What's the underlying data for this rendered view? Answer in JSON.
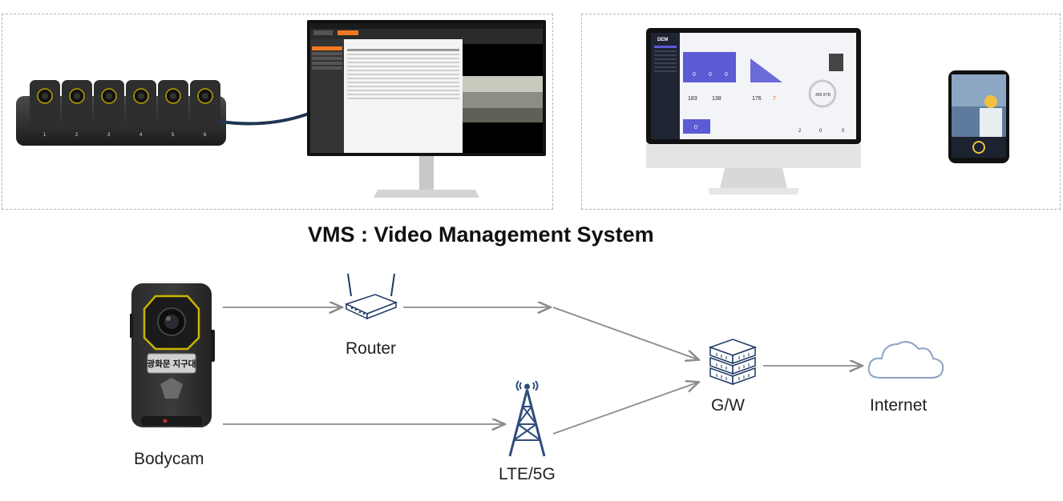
{
  "title": "VMS :   Video Management System",
  "devices": {
    "bodycam_label": "Bodycam",
    "bodycam_badge": "광화문 지구대",
    "router_label": "Router",
    "lte_label": "LTE/5G",
    "gateway_label": "G/W",
    "internet_label": "Internet"
  },
  "dock": {
    "slot_numbers": [
      "1",
      "2",
      "3",
      "4",
      "5",
      "6"
    ]
  },
  "monitor_app": {
    "left_sidebar_items": [
      "",
      "",
      "",
      "",
      "",
      ""
    ],
    "table_rows": 12
  },
  "dem_dashboard": {
    "brand": "DEM",
    "kpi_values": [
      "0",
      "0",
      "0",
      "183",
      "138",
      "176",
      "7",
      "0",
      "2",
      "0",
      "0"
    ],
    "storage_value": "499.9TB"
  },
  "colors": {
    "accent_orange": "#f07820",
    "dashboard_purple": "#5b5bd6",
    "arrow_gray": "#8c8c8c",
    "icon_navy": "#1f3864"
  }
}
